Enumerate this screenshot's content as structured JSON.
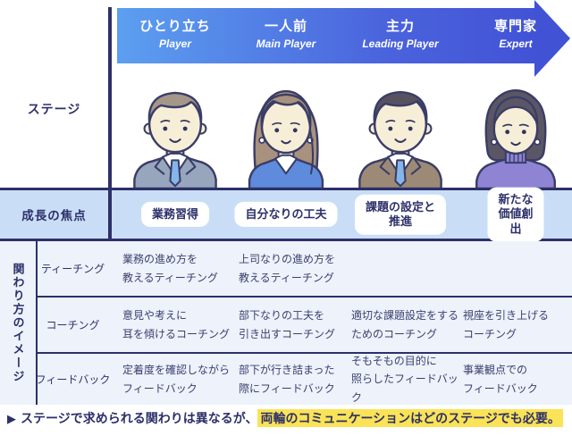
{
  "banner": {
    "stages": [
      {
        "jp": "ひとり立ち",
        "en": "Player"
      },
      {
        "jp": "一人前",
        "en": "Main Player"
      },
      {
        "jp": "主力",
        "en": "Leading Player"
      },
      {
        "jp": "専門家",
        "en": "Expert"
      }
    ]
  },
  "rows": {
    "stage_label": "ステージ",
    "focus_label": "成長の焦点",
    "focus_badges": [
      "業務習得",
      "自分なりの工夫",
      "課題の設定と\n推進",
      "新たな価値創出"
    ],
    "involvement_label": "関わり方のイメージ",
    "methods": [
      {
        "label": "ティーチング",
        "cells": [
          "業務の進め方を\n教えるティーチング",
          "上司なりの進め方を\n教えるティーチング",
          "",
          ""
        ]
      },
      {
        "label": "コーチング",
        "cells": [
          "意見や考えに\n耳を傾けるコーチング",
          "部下なりの工夫を\n引き出すコーチング",
          "適切な課題設定をする\nためのコーチング",
          "視座を引き上げる\nコーチング"
        ]
      },
      {
        "label": "フィードバック",
        "cells": [
          "定着度を確認しながら\nフィードバック",
          "部下が行き詰まった\n際にフィードバック",
          "そもそもの目的に\n照らしたフィードバック",
          "事業観点での\nフィードバック"
        ]
      }
    ]
  },
  "avatars": [
    {
      "name": "player-young-man"
    },
    {
      "name": "main-player-woman-long-hair"
    },
    {
      "name": "leading-player-man-brown-suit"
    },
    {
      "name": "expert-woman-bob-hair"
    }
  ],
  "footer": {
    "marker": "▶",
    "prefix": "ステージで求められる関わりは異なるが、",
    "highlight": "両輪のコミュニケーションはどのステージでも必要。"
  },
  "colors": {
    "navy": "#2d3069",
    "arrow_gradient_start": "#5c9ff0",
    "arrow_gradient_end": "#4253d6",
    "focus_row_bg": "#c9def6",
    "table_bg": "#edf2fb",
    "badge_bg": "#ffffff",
    "highlight_yellow": "#fae356"
  }
}
